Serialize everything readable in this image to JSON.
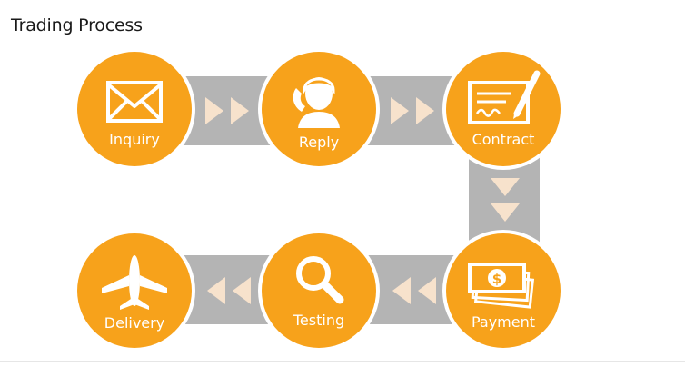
{
  "title": "Trading Process",
  "colors": {
    "circle": "#f7a21b",
    "band": "#b4b4b4",
    "arrow": "#f7e2cc",
    "icon": "#ffffff"
  },
  "steps": [
    {
      "label": "Inquiry",
      "icon": "envelope-icon"
    },
    {
      "label": "Reply",
      "icon": "person-phone-icon"
    },
    {
      "label": "Contract",
      "icon": "contract-pen-icon"
    },
    {
      "label": "Payment",
      "icon": "money-icon"
    },
    {
      "label": "Testing",
      "icon": "magnifier-icon"
    },
    {
      "label": "Delivery",
      "icon": "airplane-icon"
    }
  ]
}
